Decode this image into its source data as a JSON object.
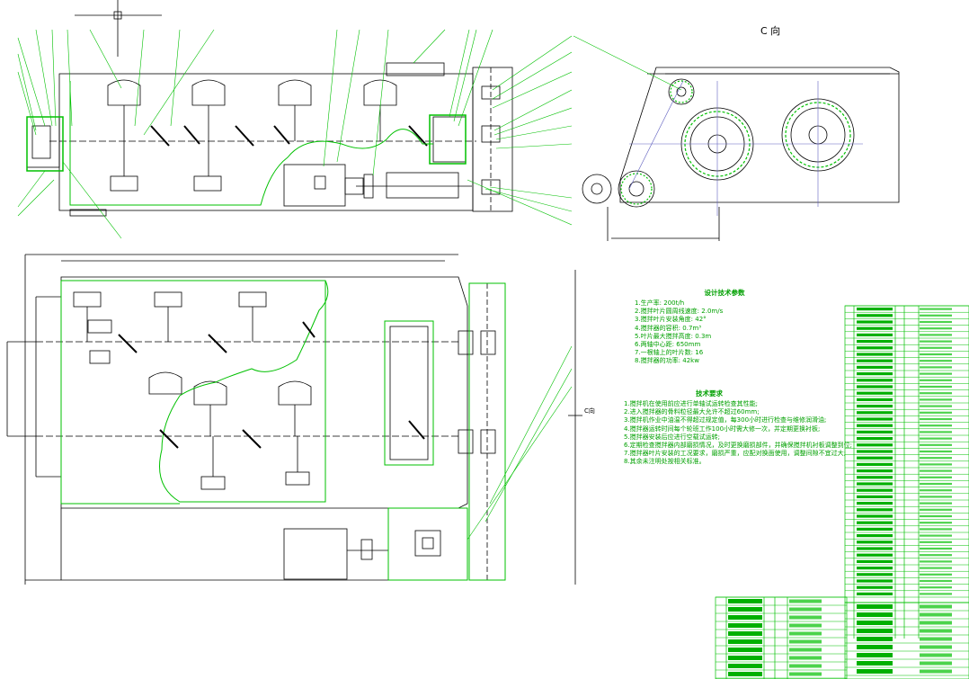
{
  "view_label": "C 向",
  "direction_label": "C向",
  "tech_specs": {
    "heading": "设计技术参数",
    "lines": [
      "1.生产率: 200t/h",
      "2.搅拌叶片圆周线速度: 2.0m/s",
      "3.搅拌叶片安装角度: 42°",
      "4.搅拌器的容积: 0.7m³",
      "5.叶片最大搅拌高度: 0.3m",
      "6.两轴中心距: 650mm",
      "7.一根轴上的叶片数: 16",
      "8.搅拌器的功率: 42kw"
    ]
  },
  "tech_requirements": {
    "heading": "技术要求",
    "lines": [
      "1.搅拌机在使用前应进行单轴试运转检查其性能;",
      "2.进入搅拌器的骨料粒径最大允许不超过60mm;",
      "3.搅拌机作业中油温不得超过规定值，每300小时进行检查与维修润滑油;",
      "4.搅拌器运转时间每个轮班工作100小时需大修一次，并定期更换衬板;",
      "5.搅拌器安装后应进行空载试运转;",
      "6.定期检查搅拌器内部磨损情况，及时更换磨损部件，并确保搅拌机衬板调整到位;",
      "7.搅拌器叶片安装的工况要求，磨损严重，应配对换面使用，调整间隙不宜过大;",
      "8.其余未注明处按相关标准。"
    ]
  }
}
